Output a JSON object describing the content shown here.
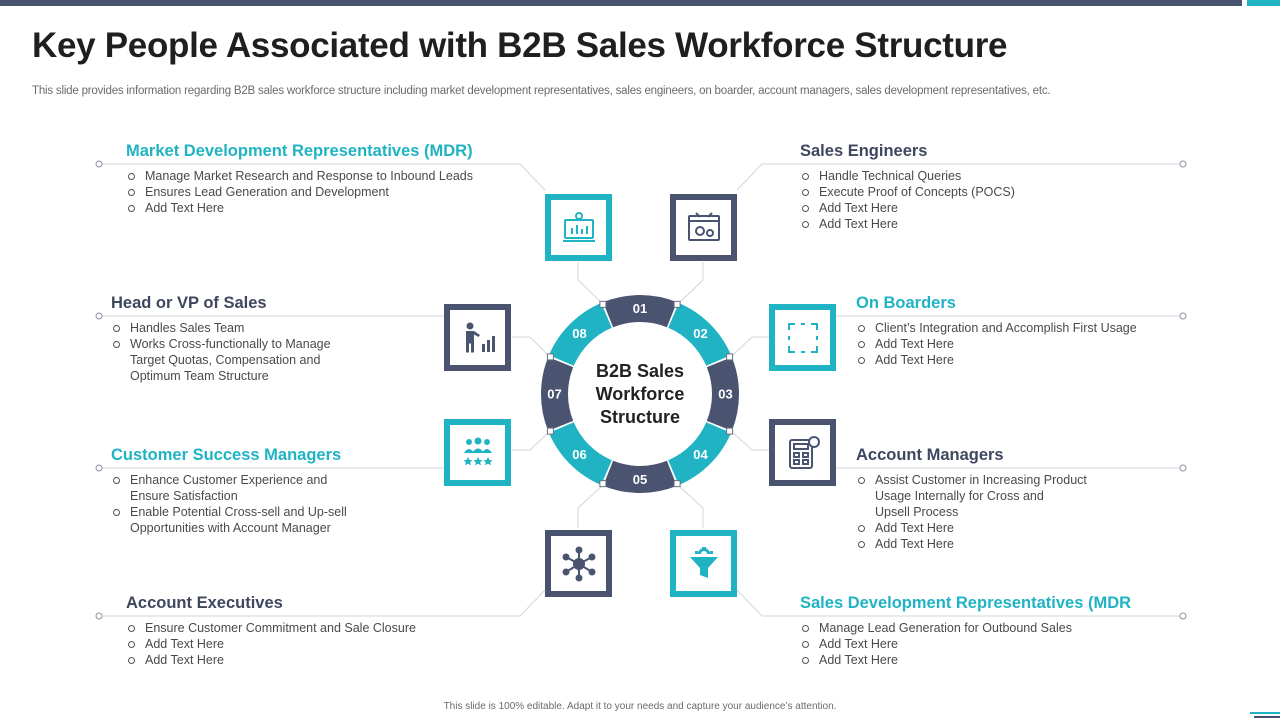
{
  "title": "Key People Associated with B2B Sales Workforce Structure",
  "subtitle": "This slide provides information regarding B2B sales workforce structure including market development representatives, sales engineers, on boarder, account managers, sales development representatives, etc.",
  "footer": "This slide is 100% editable. Adapt it to your needs and capture your audience’s attention.",
  "center_title": {
    "line1": "B2B Sales",
    "line2": "Workforce",
    "line3": "Structure"
  },
  "ring_numbers": [
    "01",
    "02",
    "03",
    "04",
    "05",
    "06",
    "07",
    "08"
  ],
  "colors": {
    "teal": "#1fb3c4",
    "navy": "#4a5470"
  },
  "sections": {
    "mdr": {
      "heading": "Market Development Representatives (MDR)",
      "icon": "analytics-dashboard-icon",
      "bullets": [
        "Manage Market Research and Response to Inbound Leads",
        "Ensures Lead Generation and Development",
        "Add Text Here"
      ]
    },
    "sales_engineers": {
      "heading": "Sales Engineers",
      "icon": "tools-gears-icon",
      "bullets": [
        "Handle Technical Queries",
        "Execute Proof of Concepts (POCS)",
        "Add Text Here",
        "Add Text Here"
      ]
    },
    "head_vp": {
      "heading": "Head or VP of Sales",
      "icon": "presenter-chart-icon",
      "bullets": [
        "Handles Sales Team",
        "Works Cross-functionally  to Manage",
        "Target Quotas, Compensation and",
        "Optimum Team Structure"
      ]
    },
    "on_boarders": {
      "heading": "On Boarders",
      "icon": "focus-frame-icon",
      "bullets": [
        "Client’s Integration and Accomplish First Usage",
        "Add Text Here",
        "Add Text Here"
      ]
    },
    "csm": {
      "heading": "Customer Success Managers",
      "icon": "team-rating-icon",
      "bullets": [
        "Enhance Customer Experience and",
        "Ensure Satisfaction",
        "Enable Potential Cross-sell and Up-sell",
        "Opportunities with Account Manager"
      ]
    },
    "account_managers": {
      "heading": "Account Managers",
      "icon": "calculator-user-icon",
      "bullets": [
        "Assist Customer in Increasing Product",
        "Usage Internally for Cross and",
        "Upsell Process",
        "Add Text Here",
        "Add Text Here"
      ]
    },
    "account_executives": {
      "heading": "Account Executives",
      "icon": "network-hub-icon",
      "bullets": [
        "Ensure Customer Commitment and Sale Closure",
        "Add Text Here",
        "Add Text Here"
      ]
    },
    "sdr": {
      "heading": "Sales Development Representatives (MDR",
      "icon": "funnel-gear-icon",
      "bullets": [
        "Manage Lead Generation for Outbound Sales",
        "Add Text Here",
        "Add Text Here"
      ]
    }
  }
}
